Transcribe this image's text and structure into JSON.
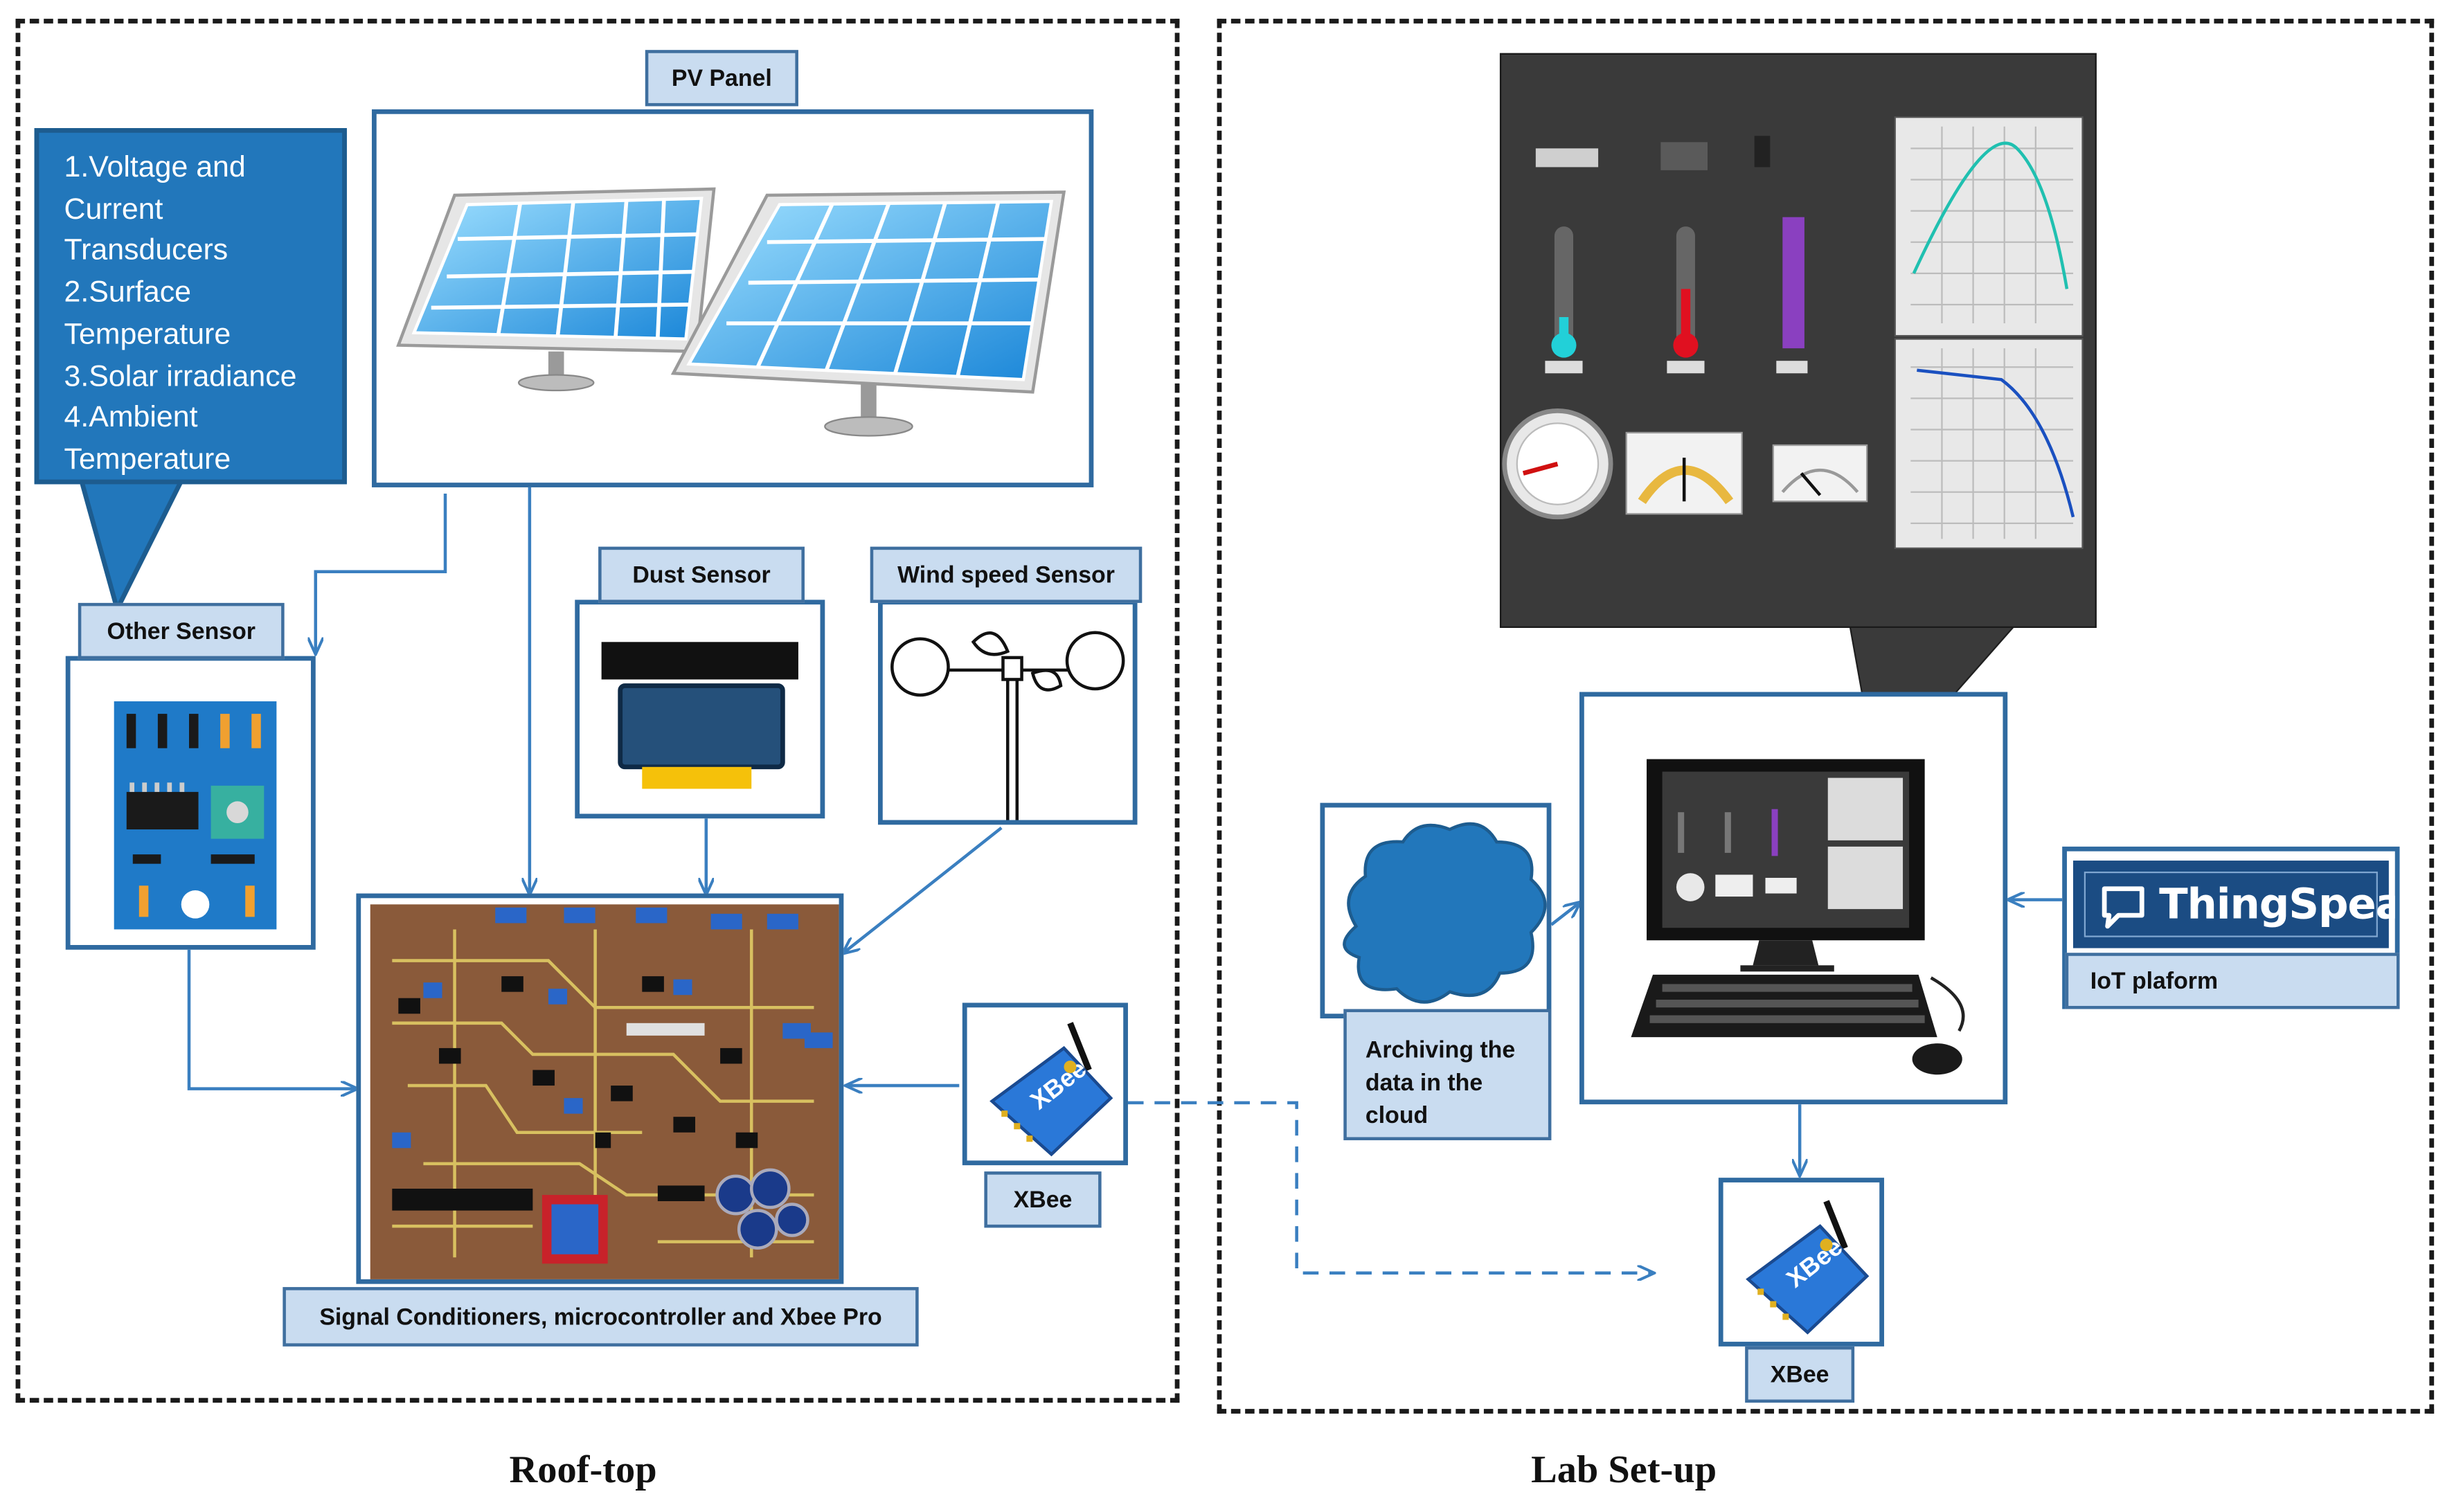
{
  "regions": {
    "rooftop_caption": "Roof-top",
    "lab_caption": "Lab Set-up"
  },
  "callout": {
    "lines": [
      "1.Voltage and",
      "Current",
      "Transducers",
      "2.Surface",
      "Temperature",
      "3.Solar irradiance",
      "4.Ambient",
      "Temperature"
    ]
  },
  "labels": {
    "pv_panel": "PV Panel",
    "other_sensor": "Other Sensor",
    "dust_sensor": "Dust Sensor",
    "wind_speed_sensor": "Wind speed Sensor",
    "signal_board": "Signal Conditioners, microcontroller and  Xbee Pro",
    "xbee_rooftop": "XBee",
    "cloud_archive": "Archiving the data in the cloud",
    "iot_platform": "IoT plaform",
    "xbee_lab": "XBee"
  },
  "thingspeak": {
    "brand": "ThingSpeak"
  },
  "colors": {
    "arrow": "#3a7fc0",
    "frame": "#2f6aa0",
    "label_fill": "#c9dcf0",
    "callout_fill": "#2277bb",
    "dashboard_bg": "#3a3a3a"
  }
}
